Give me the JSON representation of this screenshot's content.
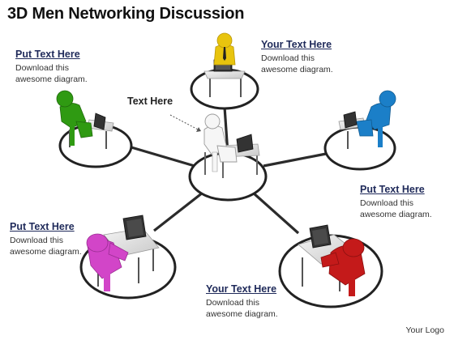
{
  "title": "3D Men Networking Discussion",
  "center_label": "Text Here",
  "callouts": [
    {
      "heading": "Put Text Here",
      "body": "Download this awesome diagram."
    },
    {
      "heading": "Your Text Here",
      "body": "Download this awesome diagram."
    },
    {
      "heading": "Put Text Here",
      "body": "Download this awesome diagram."
    },
    {
      "heading": "Put Text Here",
      "body": "Download this awesome diagram."
    },
    {
      "heading": "Your Text Here",
      "body": "Download this awesome diagram."
    }
  ],
  "logo": "Your Logo",
  "figures": [
    {
      "color": "#ffffff",
      "position": "center"
    },
    {
      "color": "#e8c40e",
      "position": "top"
    },
    {
      "color": "#2f9a12",
      "position": "left"
    },
    {
      "color": "#1b7fc8",
      "position": "right"
    },
    {
      "color": "#d245c8",
      "position": "bottom-left"
    },
    {
      "color": "#c41a1a",
      "position": "bottom-right"
    }
  ]
}
